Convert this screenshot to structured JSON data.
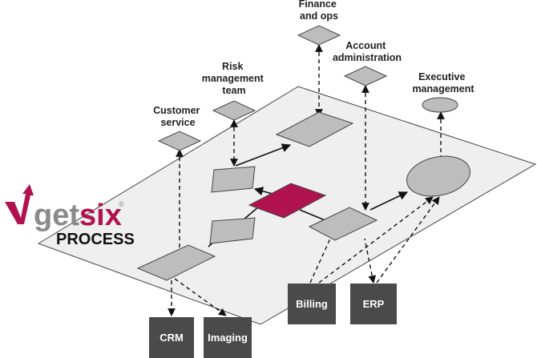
{
  "brand": {
    "name_part1": "get",
    "name_part2": "six",
    "registered": "®",
    "subtitle": "PROCESS",
    "colors": {
      "gray": "#8a8a8a",
      "accent": "#b0124f"
    }
  },
  "roles": {
    "customer_service": [
      "Customer",
      "service"
    ],
    "risk_management": [
      "Risk",
      "management",
      "team"
    ],
    "finance_ops": [
      "Finance",
      "and ops"
    ],
    "account_admin": [
      "Account",
      "administration"
    ],
    "executive": [
      "Executive",
      "management"
    ]
  },
  "systems": {
    "crm": "CRM",
    "imaging": "Imaging",
    "billing": "Billing",
    "erp": "ERP"
  },
  "colors": {
    "plane": "#efefef",
    "shape": "#bdbdbd",
    "highlight": "#b0124f",
    "system_box": "#4a4a4a",
    "line": "#111111"
  }
}
